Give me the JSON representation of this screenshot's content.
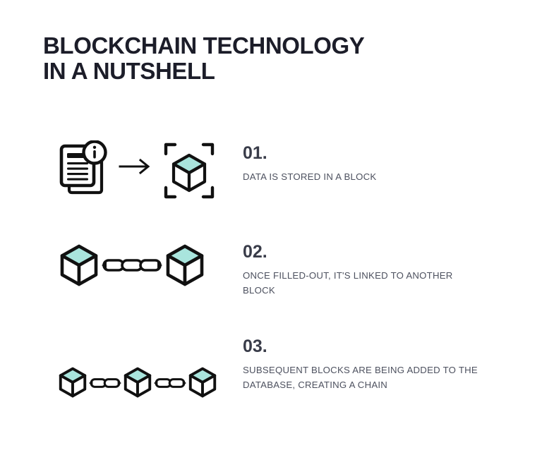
{
  "page": {
    "background": "#ffffff",
    "accent_mint": "#a9e5dd",
    "outline_color": "#111111",
    "title_color": "#1c1d29",
    "number_color": "#393c49",
    "body_color": "#4d515f"
  },
  "title": {
    "line1": "BLOCKCHAIN TECHNOLOGY",
    "line2": "IN A NUTSHELL"
  },
  "steps": [
    {
      "number": "01.",
      "description": "DATA IS STORED IN A BLOCK",
      "icons": [
        "document-info-icon",
        "arrow-right-icon",
        "cube-scan-icon"
      ]
    },
    {
      "number": "02.",
      "description": "ONCE FILLED-OUT, IT'S LINKED TO ANOTHER BLOCK",
      "icons": [
        "cube-icon",
        "chain-3-link-icon",
        "cube-icon"
      ]
    },
    {
      "number": "03.",
      "description": "SUBSEQUENT BLOCKS ARE BEING ADDED TO THE DATABASE, CREATING A CHAIN",
      "icons": [
        "cube-icon",
        "chain-2-link-icon",
        "cube-icon",
        "chain-2-link-icon",
        "cube-icon"
      ]
    }
  ]
}
